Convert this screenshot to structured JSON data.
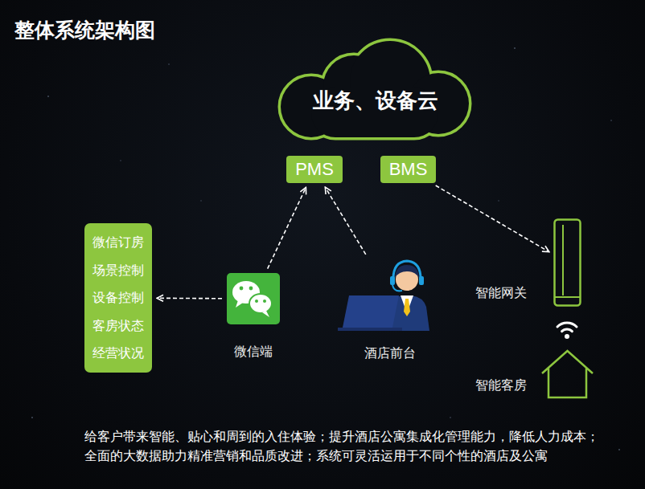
{
  "diagram": {
    "title": "整体系统架构图",
    "caption": "给客户带来智能、贴心和周到的入住体验；提升酒店公寓集成化管理能力，降低人力成本； 全面的大数据助力精准营销和品质改进；系统可灵活运用于不同个性的酒店及公寓",
    "nodes": [
      {
        "text": [
          "业务、设备云"
        ]
      },
      {
        "text": [
          "PMS"
        ]
      },
      {
        "text": [
          "BMS"
        ]
      },
      {
        "text": [
          "微信订房",
          "场景控制",
          "设备控制",
          "客房状态",
          "经营状况"
        ]
      },
      {
        "text": [
          "微信端"
        ]
      },
      {
        "text": [
          "酒店前台"
        ]
      },
      {
        "text": [
          "智能网关"
        ]
      },
      {
        "text": [
          "智能客房"
        ]
      }
    ],
    "edges": [
      {
        "from": 4,
        "to": 1,
        "arrow": "to"
      },
      {
        "from": 5,
        "to": 1,
        "arrow": "to"
      },
      {
        "from": 2,
        "to": 6,
        "arrow": "to"
      },
      {
        "from": 4,
        "to": 3,
        "arrow": "to"
      }
    ]
  }
}
